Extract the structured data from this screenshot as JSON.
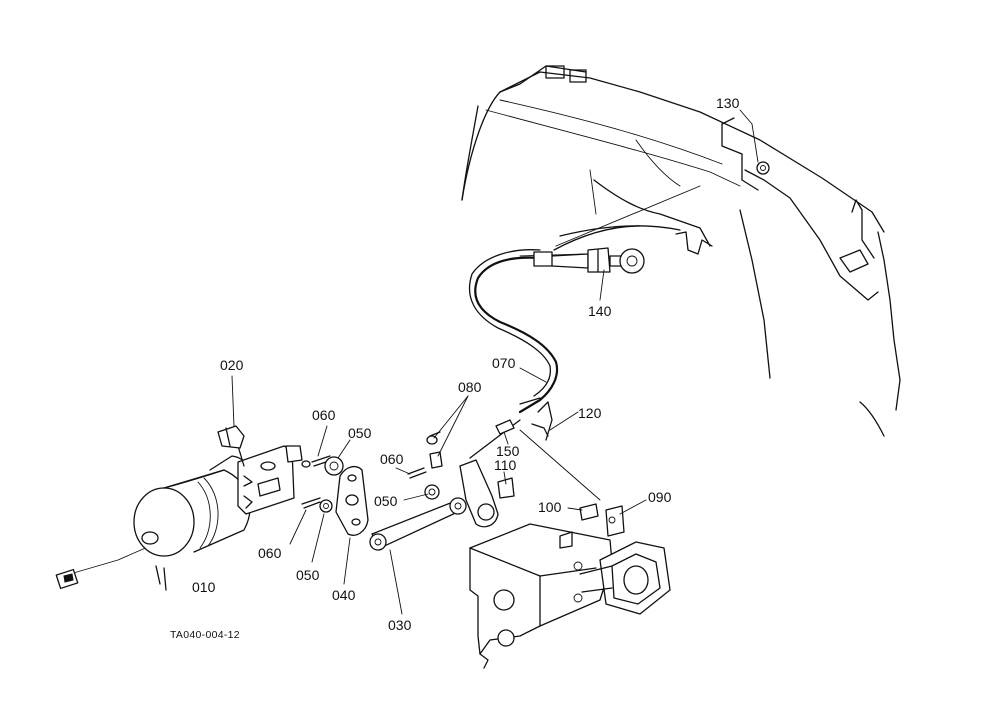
{
  "figure_code": "TA040-004-12",
  "parts": [
    {
      "id": "p010",
      "ref": "010"
    },
    {
      "id": "p020",
      "ref": "020"
    },
    {
      "id": "p030",
      "ref": "030"
    },
    {
      "id": "p040",
      "ref": "040"
    },
    {
      "id": "p050a",
      "ref": "050"
    },
    {
      "id": "p050b",
      "ref": "050"
    },
    {
      "id": "p050c",
      "ref": "050"
    },
    {
      "id": "p060a",
      "ref": "060"
    },
    {
      "id": "p060b",
      "ref": "060"
    },
    {
      "id": "p060c",
      "ref": "060"
    },
    {
      "id": "p070",
      "ref": "070"
    },
    {
      "id": "p080",
      "ref": "080"
    },
    {
      "id": "p090",
      "ref": "090"
    },
    {
      "id": "p100",
      "ref": "100"
    },
    {
      "id": "p110",
      "ref": "110"
    },
    {
      "id": "p120",
      "ref": "120"
    },
    {
      "id": "p130",
      "ref": "130"
    },
    {
      "id": "p140",
      "ref": "140"
    },
    {
      "id": "p150",
      "ref": "150"
    }
  ]
}
